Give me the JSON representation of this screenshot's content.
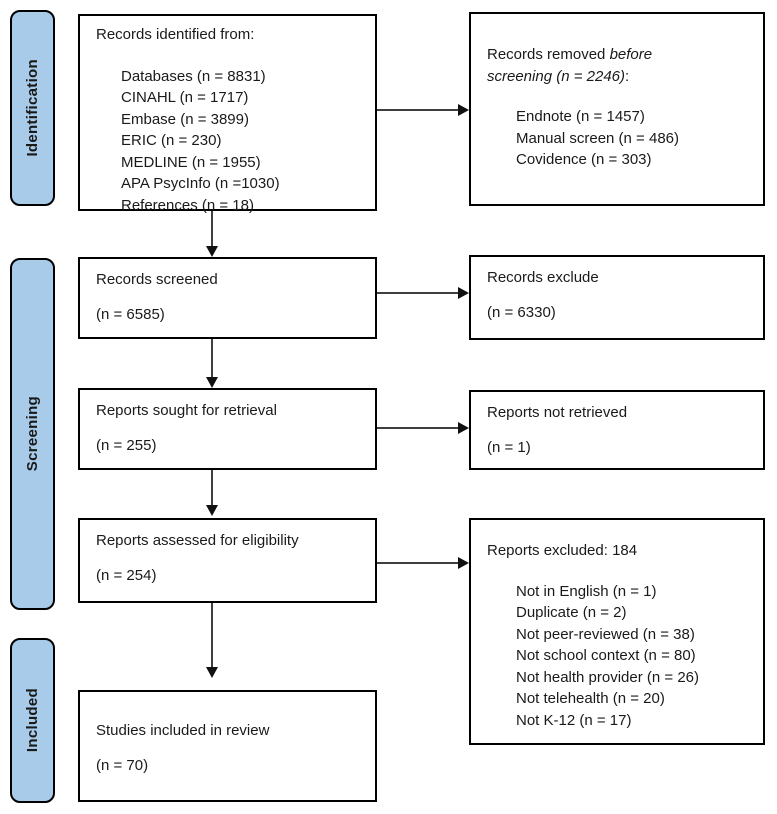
{
  "stages": {
    "identification": "Identification",
    "screening": "Screening",
    "included": "Included"
  },
  "boxes": {
    "identified": {
      "title": "Records identified from:",
      "items": [
        "Databases (n = 8831)",
        "CINAHL (n = 1717)",
        "Embase (n = 3899)",
        "ERIC (n = 230)",
        "MEDLINE (n = 1955)",
        "APA PsycInfo (n =1030)",
        "References (n = 18)"
      ]
    },
    "removed": {
      "title_regular": "Records removed ",
      "title_italic": "before screening (n = 2246)",
      "title_suffix": ":",
      "items": [
        "Endnote (n = 1457)",
        "Manual screen (n = 486)",
        "Covidence (n = 303)"
      ]
    },
    "screened": {
      "line1": "Records screened",
      "line2": "(n = 6585)"
    },
    "records_excluded": {
      "line1": "Records exclude",
      "line2": "(n = 6330)"
    },
    "sought": {
      "line1": "Reports sought for retrieval",
      "line2": "(n = 255)"
    },
    "not_retrieved": {
      "line1": "Reports not retrieved",
      "line2": "(n = 1)"
    },
    "assessed": {
      "line1": "Reports assessed for eligibility",
      "line2": "(n = 254)"
    },
    "reports_excluded": {
      "title": "Reports excluded: 184",
      "items": [
        "Not in English (n = 1)",
        "Duplicate (n = 2)",
        "Not peer-reviewed (n = 38)",
        "Not school context (n = 80)",
        "Not health provider (n = 26)",
        "Not telehealth (n = 20)",
        "Not K-12 (n = 17)"
      ]
    },
    "included_studies": {
      "line1": "Studies included in review",
      "line2": "(n = 70)"
    }
  },
  "colors": {
    "stage_fill": "#A7CBE8",
    "border": "#000000",
    "arrow_line": "#3f3f3f",
    "arrow_head": "#111111"
  }
}
